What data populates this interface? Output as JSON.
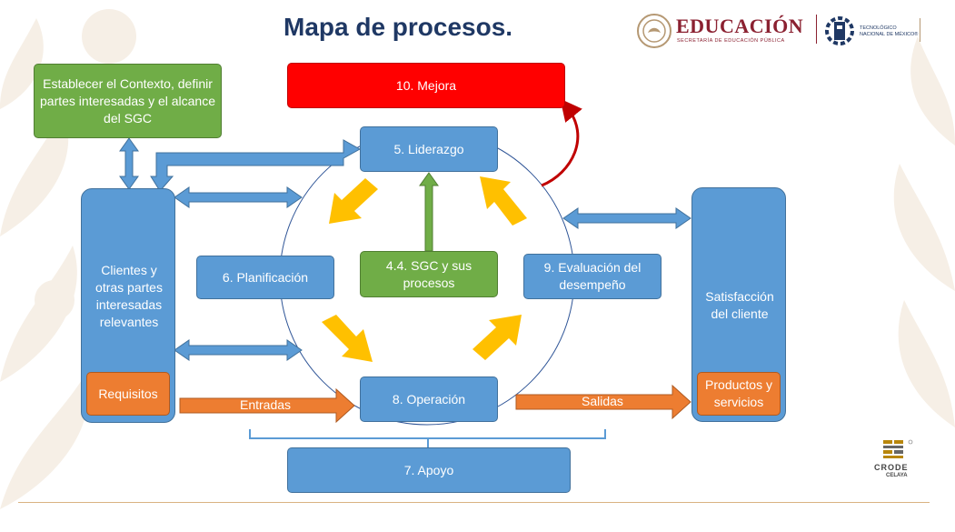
{
  "title": "Mapa de procesos.",
  "logos": {
    "educacion": "EDUCACIÓN",
    "educacion_sub": "SECRETARÍA DE EDUCACIÓN PÚBLICA",
    "tecnologico": "TECNOLÓGICO NACIONAL DE MÉXICO®",
    "crode": "CRODE",
    "crode_sub": "CELAYA"
  },
  "boxes": {
    "contexto": "Establecer el Contexto, definir partes interesadas y el alcance del SGC",
    "mejora": "10. Mejora",
    "liderazgo": "5. Liderazgo",
    "clientes": "Clientes y otras partes interesadas relevantes",
    "requisitos": "Requisitos",
    "planificacion": "6. Planificación",
    "sgc": "4.4. SGC y sus procesos",
    "evaluacion": "9. Evaluación del desempeño",
    "satisfaccion": "Satisfacción del cliente",
    "productos": "Productos y servicios",
    "operacion": "8. Operación",
    "apoyo": "7. Apoyo"
  },
  "arrows": {
    "entradas": "Entradas",
    "salidas": "Salidas"
  },
  "colors": {
    "title": "#1f3864",
    "blue_box": "#5b9bd5",
    "green_box": "#70ad47",
    "red_box": "#ff0000",
    "orange_box": "#ed7d31",
    "cycle_arrow": "#ffc000",
    "educacion": "#8b2131"
  }
}
